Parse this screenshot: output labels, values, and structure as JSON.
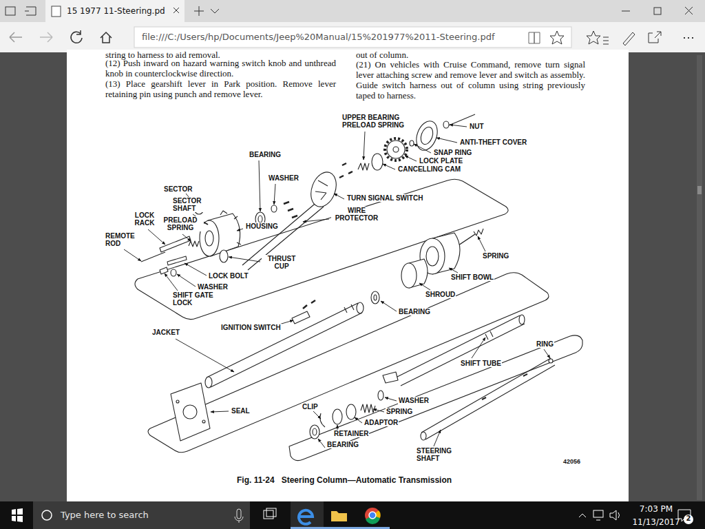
{
  "diagram": {
    "caption": "Fig. 11-24   Steering Column—Automatic Transmission",
    "labels": [
      "15 1977 11-Steering.pd",
      "file:///C:/Users/hp/Documents/Jeep%20Manual/15%201977%2011-Steering.pdf",
      "string to harness to aid removal.",
      "(12) Push inward on hazard warning switch knob and unthread knob in counterclockwise direction.",
      "(13) Place gearshift lever in Park position. Remove lever retaining pin using punch and remove lever.",
      "out of column.",
      "(21) On vehicles with Cruise Command, remove turn signal lever attaching screw and remove lever and switch as assembly. Guide switch harness out of column using string previously taped to harness.",
      "UPPER BEARING PRELOAD SPRING",
      "NUT",
      "ANTI-THEFT COVER",
      "SNAP RING",
      "LOCK PLATE",
      "CANCELLING CAM",
      "BEARING",
      "WASHER",
      "TURN SIGNAL SWITCH",
      "SECTOR",
      "SECTOR SHAFT",
      "LOCK RACK",
      "PRELOAD SPRING",
      "REMOTE ROD",
      "HOUSING",
      "WIRE PROTECTOR",
      "THRUST CUP",
      "LOCK BOLT",
      "WASHER",
      "SHIFT GATE LOCK",
      "SPRING",
      "SHIFT BOWL",
      "SHROUD",
      "BEARING",
      "IGNITION SWITCH",
      "JACKET",
      "RING",
      "SHIFT TUBE",
      "WASHER",
      "SPRING",
      "ADAPTOR",
      "CLIP",
      "RETAINER",
      "BEARING",
      "SEAL",
      "STEERING SHAFT",
      "42056",
      "Type here to search",
      "7:03 PM",
      "11/13/2017",
      "2"
    ]
  }
}
